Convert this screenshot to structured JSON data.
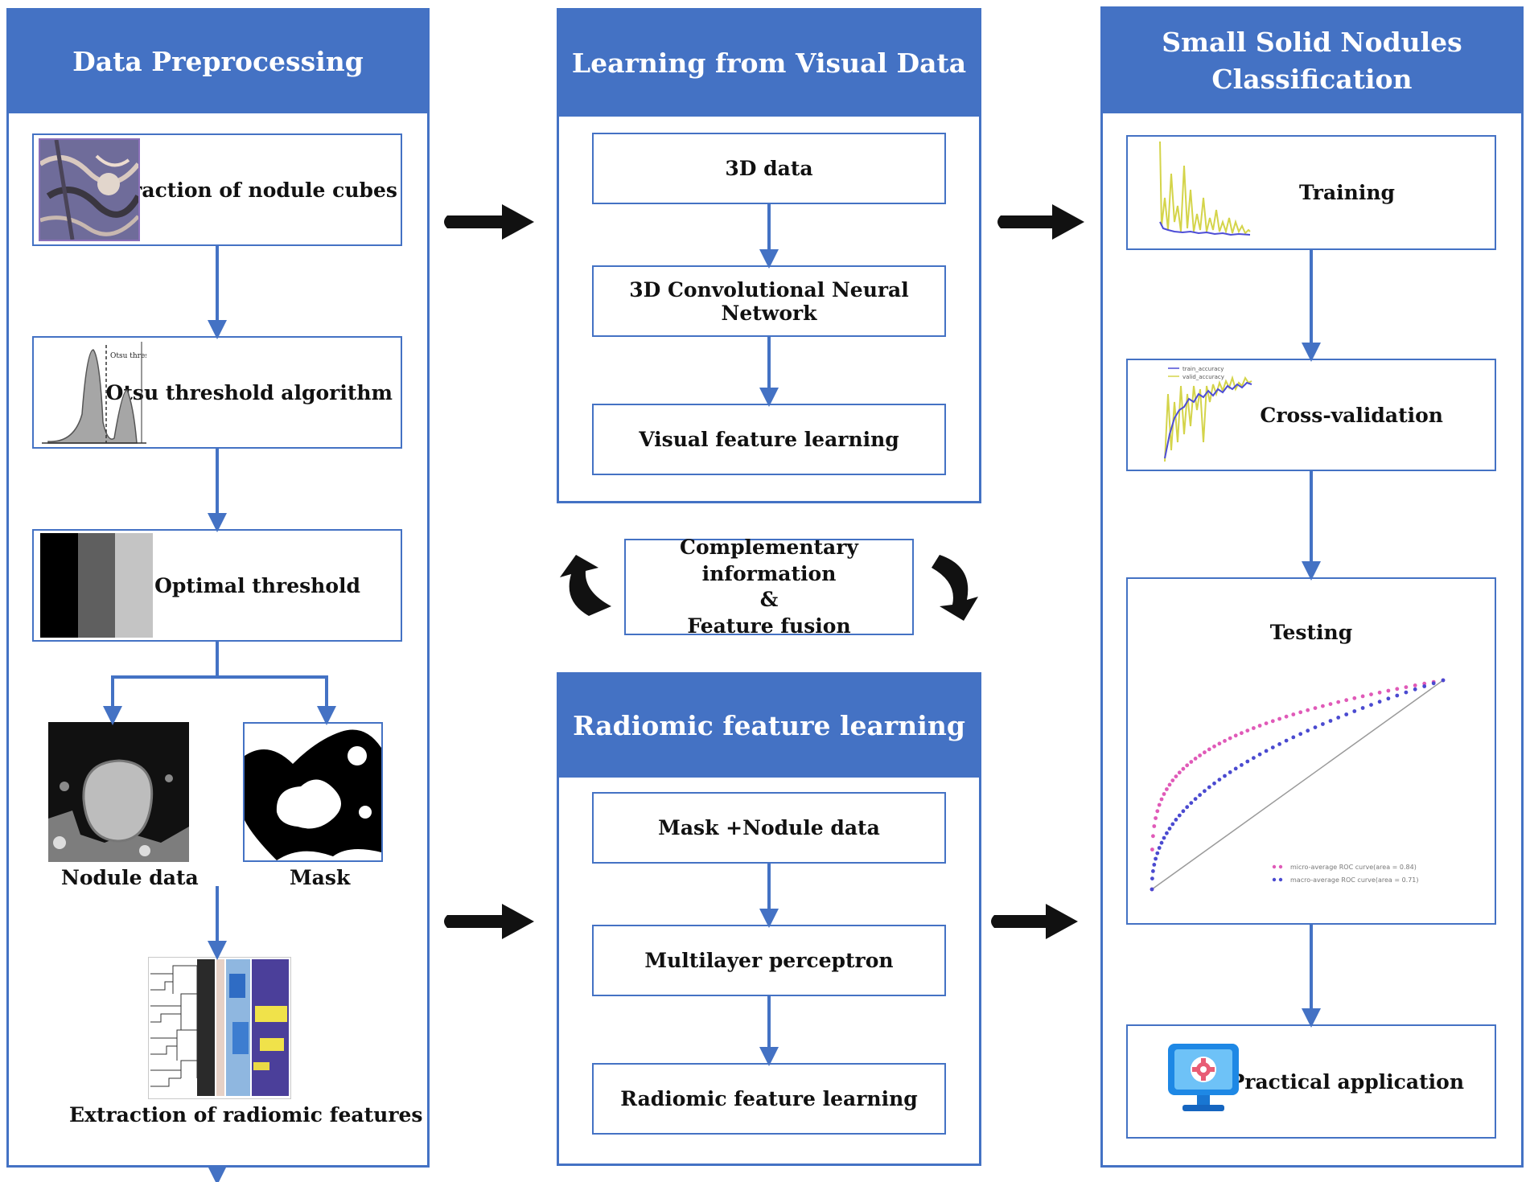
{
  "panels": {
    "preprocessing": {
      "title": "Data Preprocessing"
    },
    "visual": {
      "title": "Learning from Visual Data"
    },
    "radiomic": {
      "title": "Radiomic feature learning"
    },
    "classification": {
      "title": "Small Solid Nodules Classification"
    }
  },
  "preprocessing": {
    "extraction": "Extraction of nodule cubes",
    "otsu": "Otsu threshold algorithm",
    "otsu_plot_label": "Otsu threshold",
    "optimal": "Optimal threshold",
    "nodule_data": "Nodule data",
    "mask": "Mask",
    "radiomic_extraction": "Extraction of radiomic features"
  },
  "visual": {
    "step1": "3D data",
    "step2": "3D Convolutional Neural Network",
    "step3": "Visual feature learning"
  },
  "fusion": {
    "line1": "Complementary information",
    "line2": "&",
    "line3": "Feature fusion"
  },
  "radiomic": {
    "step1": "Mask +Nodule data",
    "step2": "Multilayer perceptron",
    "step3": "Radiomic feature learning"
  },
  "classification": {
    "training": "Training",
    "cross_validation": "Cross-validation",
    "cv_legend": [
      "train_accuracy",
      "valid_accuracy"
    ],
    "testing": "Testing",
    "roc_legend": [
      "micro-average ROC curve(area = 0.84)",
      "macro-average ROC curve(area = 0.71)"
    ],
    "practical": "Practical application"
  },
  "colors": {
    "accent": "#4472c4",
    "arrow": "#111111",
    "train_line": "#d4d44a",
    "valid_line": "#4d4dd6",
    "roc_micro": "#e05ab8",
    "roc_macro": "#4a4ad0"
  }
}
